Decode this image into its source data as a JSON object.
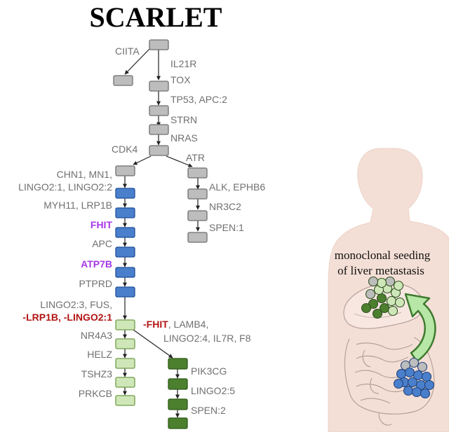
{
  "title": "SCARLET",
  "colors": {
    "gray_fill": "#bdbdbd",
    "gray_stroke": "#6f6f6f",
    "blue_fill": "#4a7fcc",
    "blue_stroke": "#1f4f99",
    "lightgreen_fill": "#cfe7b8",
    "lightgreen_stroke": "#6f9b47",
    "darkgreen_fill": "#4c7f2e",
    "darkgreen_stroke": "#2f5a19",
    "label_gray": "#707070",
    "label_purple": "#a637e8",
    "label_red": "#b31515",
    "body_fill": "#f4dfd6",
    "body_stroke": "#e6c8bc"
  },
  "tree_labels": {
    "ciita": "CIITA",
    "il21r": "IL21R",
    "tox": "TOX",
    "tp53": "TP53, APC:2",
    "strn": "STRN",
    "nras": "NRAS",
    "cdk4": "CDK4",
    "atr": "ATR",
    "chn1_1": "CHN1, MN1,",
    "chn1_2": "LINGO2:1, LINGO2:2",
    "alk": "ALK, EPHB6",
    "nr3c2": "NR3C2",
    "spen1": "SPEN:1",
    "myh11": "MYH11, LRP1B",
    "fhit": "FHIT",
    "apc": "APC",
    "atp7b": "ATP7B",
    "ptprd": "PTPRD",
    "lingo23_1": "LINGO2:3, FUS,",
    "lingo23_2": "-LRP1B, -LINGO2:1",
    "fhit_red": "-FHIT",
    "lamb4_1": ", LAMB4,",
    "lamb4_2": "LINGO2:4, IL7R, F8",
    "nr4a3": "NR4A3",
    "helz": "HELZ",
    "tshz3": "TSHZ3",
    "prkcb": "PRKCB",
    "pik3cg": "PIK3CG",
    "lingo25": "LINGO2:5",
    "spen2": "SPEN:2"
  },
  "annotation": {
    "line1": "monoclonal seeding",
    "line2": "of liver metastasis"
  }
}
